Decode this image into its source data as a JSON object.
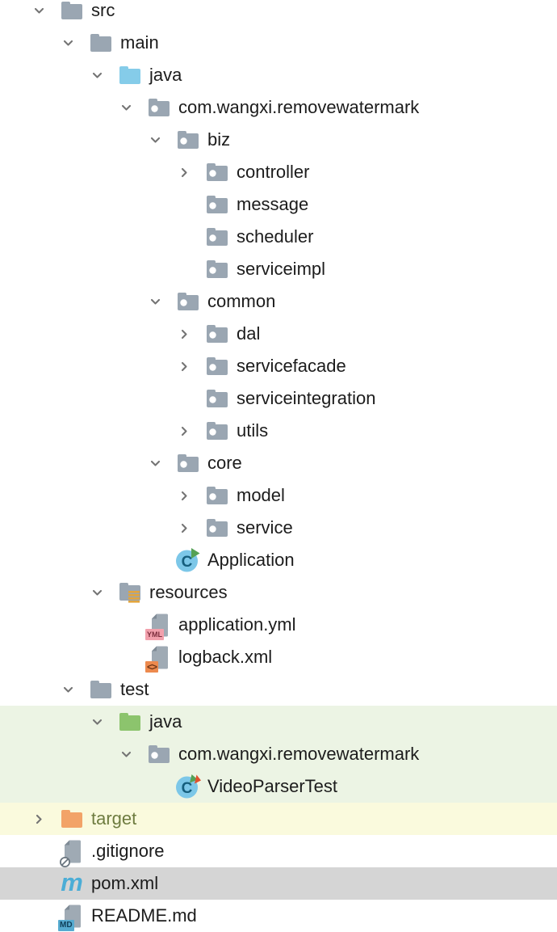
{
  "panel": {
    "name": "project-tree"
  },
  "colors": {
    "text": "#1c1c1c",
    "excluded_text": "#6e7c40",
    "chevron": "#747474",
    "folder_gray": "#9aa6b2",
    "folder_blue": "#85cce9",
    "folder_green": "#8cc46d",
    "folder_orange": "#f2a368",
    "folder_fold": "#8795a2",
    "resources_bars": "#e2a53e",
    "file_body": "#9faab4",
    "file_fold": "#7f8b96",
    "class_circle": "#7cc7e8",
    "class_letter": "#155e7d",
    "run_triangle_green": "#55a155",
    "test_triangle_orange": "#e0512e",
    "maven_blue": "#4badd6",
    "highlight_green": "#ecf4e4",
    "highlight_yellow": "#fafadd",
    "selection_gray": "#d5d5d5",
    "ignore_ring": "#6b7680"
  },
  "glyphs": {
    "class_letter": "C",
    "yml_badge": "YML",
    "xml_badge": "<>",
    "md_badge": "MD",
    "maven_m": "m"
  },
  "tree": {
    "rows": [
      {
        "label": "src",
        "level": 0,
        "chevron": "down",
        "icon": "folder",
        "iconColor": "gray",
        "bg": "none"
      },
      {
        "label": "main",
        "level": 1,
        "chevron": "down",
        "icon": "folder",
        "iconColor": "gray",
        "bg": "none"
      },
      {
        "label": "java",
        "level": 2,
        "chevron": "down",
        "icon": "sources-folder",
        "iconColor": "blue",
        "bg": "none"
      },
      {
        "label": "com.wangxi.removewatermark",
        "level": 3,
        "chevron": "down",
        "icon": "package-folder",
        "bg": "none"
      },
      {
        "label": "biz",
        "level": 4,
        "chevron": "down",
        "icon": "package-folder",
        "bg": "none"
      },
      {
        "label": "controller",
        "level": 5,
        "chevron": "right",
        "icon": "package-folder",
        "bg": "none"
      },
      {
        "label": "message",
        "level": 5,
        "chevron": null,
        "icon": "package-folder",
        "bg": "none"
      },
      {
        "label": "scheduler",
        "level": 5,
        "chevron": null,
        "icon": "package-folder",
        "bg": "none"
      },
      {
        "label": "serviceimpl",
        "level": 5,
        "chevron": null,
        "icon": "package-folder",
        "bg": "none"
      },
      {
        "label": "common",
        "level": 4,
        "chevron": "down",
        "icon": "package-folder",
        "bg": "none"
      },
      {
        "label": "dal",
        "level": 5,
        "chevron": "right",
        "icon": "package-folder",
        "bg": "none"
      },
      {
        "label": "servicefacade",
        "level": 5,
        "chevron": "right",
        "icon": "package-folder",
        "bg": "none"
      },
      {
        "label": "serviceintegration",
        "level": 5,
        "chevron": null,
        "icon": "package-folder",
        "bg": "none"
      },
      {
        "label": "utils",
        "level": 5,
        "chevron": "right",
        "icon": "package-folder",
        "bg": "none"
      },
      {
        "label": "core",
        "level": 4,
        "chevron": "down",
        "icon": "package-folder",
        "bg": "none"
      },
      {
        "label": "model",
        "level": 5,
        "chevron": "right",
        "icon": "package-folder",
        "bg": "none"
      },
      {
        "label": "service",
        "level": 5,
        "chevron": "right",
        "icon": "package-folder",
        "bg": "none"
      },
      {
        "label": "Application",
        "level": 4,
        "chevron": null,
        "icon": "class-run",
        "bg": "none"
      },
      {
        "label": "resources",
        "level": 2,
        "chevron": "down",
        "icon": "resources-folder",
        "bg": "none"
      },
      {
        "label": "application.yml",
        "level": 3,
        "chevron": null,
        "icon": "yml-file",
        "bg": "none"
      },
      {
        "label": "logback.xml",
        "level": 3,
        "chevron": null,
        "icon": "xml-file",
        "bg": "none"
      },
      {
        "label": "test",
        "level": 1,
        "chevron": "down",
        "icon": "folder",
        "iconColor": "gray",
        "bg": "none"
      },
      {
        "label": "java",
        "level": 2,
        "chevron": "down",
        "icon": "test-sources-folder",
        "iconColor": "green",
        "bg": "green"
      },
      {
        "label": "com.wangxi.removewatermark",
        "level": 3,
        "chevron": "down",
        "icon": "package-folder",
        "bg": "green"
      },
      {
        "label": "VideoParserTest",
        "level": 4,
        "chevron": null,
        "icon": "test-class",
        "bg": "green"
      },
      {
        "label": "target",
        "level": 0,
        "chevron": "right",
        "icon": "excluded-folder",
        "iconColor": "orange",
        "bg": "yellow",
        "labelStyle": "excluded"
      },
      {
        "label": ".gitignore",
        "level": 0,
        "chevron": null,
        "icon": "ignored-file",
        "bg": "none"
      },
      {
        "label": "pom.xml",
        "level": 0,
        "chevron": null,
        "icon": "maven-file",
        "bg": "selected"
      },
      {
        "label": "README.md",
        "level": 0,
        "chevron": null,
        "icon": "md-file",
        "bg": "none"
      }
    ]
  }
}
